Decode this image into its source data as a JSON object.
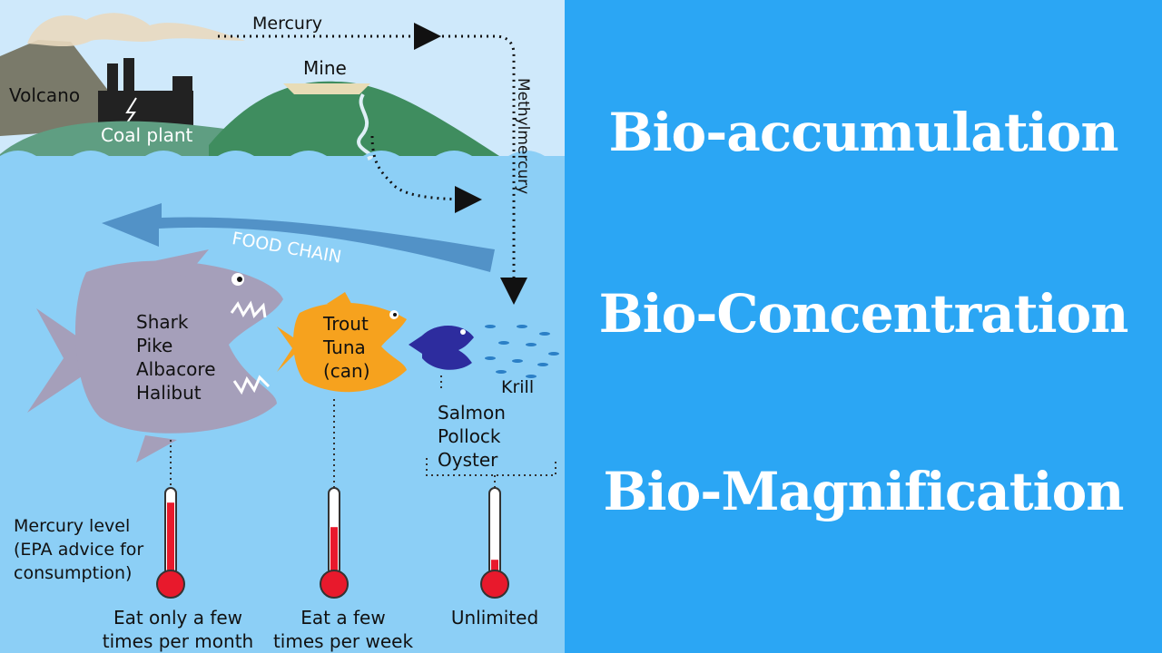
{
  "diagram": {
    "sources": {
      "volcano": "Volcano",
      "coal_plant": "Coal plant",
      "mine": "Mine"
    },
    "flows": {
      "mercury": "Mercury",
      "methylmercury": "Methylmercury"
    },
    "food_chain": "FOOD CHAIN",
    "fish_groups": [
      {
        "lines": [
          "Shark",
          "Pike",
          "Albacore",
          "Halibut"
        ],
        "color": "#a59fba"
      },
      {
        "lines": [
          "Trout",
          "Tuna",
          "(can)"
        ],
        "color": "#f6a21e"
      },
      {
        "lines": [
          "Salmon",
          "Pollock",
          "Oyster"
        ],
        "color": "#2d2c9e"
      }
    ],
    "krill": "Krill",
    "legend": [
      "Mercury level",
      "(EPA advice for",
      "consumption)"
    ],
    "thermometers": [
      {
        "level": 0.82,
        "advice": [
          "Eat only a few",
          "times per month"
        ]
      },
      {
        "level": 0.52,
        "advice": [
          "Eat a few",
          "times per week"
        ]
      },
      {
        "level": 0.12,
        "advice": [
          "Unlimited"
        ]
      }
    ],
    "colors": {
      "water": "#8ccff6",
      "sky": "#cfe9fb",
      "thermo_fill": "#e8192c"
    }
  },
  "terms": [
    "Bio-accumulation",
    "Bio-Concentration",
    "Bio-Magnification"
  ],
  "colors": {
    "background": "#2ba6f4",
    "term_text": "#ffffff"
  }
}
